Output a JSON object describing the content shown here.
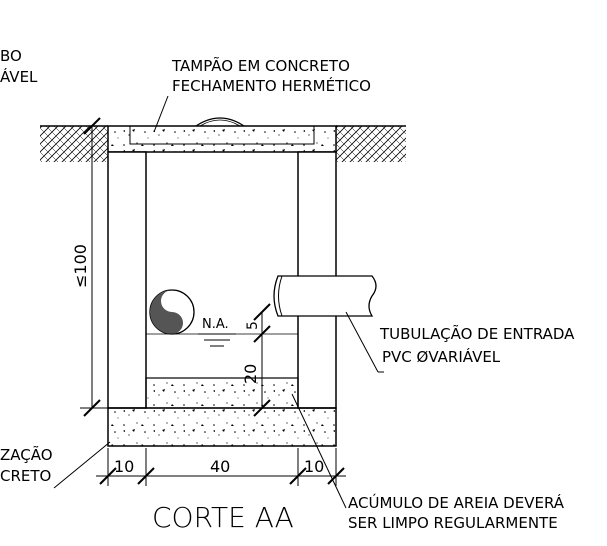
{
  "labels": {
    "cover_line1": "TAMPÃO EM CONCRETO",
    "cover_line2": "FECHAMENTO HERMÉTICO",
    "top_left_line1": "BO",
    "top_left_line2": "ÁVEL",
    "pipe_line1": "TUBULAÇÃO DE ENTRADA",
    "pipe_line2": "PVC ØVARIÁVEL",
    "base_line1": "ZAÇÃO",
    "base_line2": "CRETO",
    "sand_line1": "ACÚMULO DE AREIA DEVERÁ",
    "sand_line2": "SER LIMPO REGULARMENTE",
    "water_level": "N.A.",
    "section_title": "CORTE AA"
  },
  "dimensions": {
    "height": "≤100",
    "wall_left": "10",
    "inner_width": "40",
    "wall_right": "10",
    "sand_depth": "20",
    "offset": "5"
  }
}
